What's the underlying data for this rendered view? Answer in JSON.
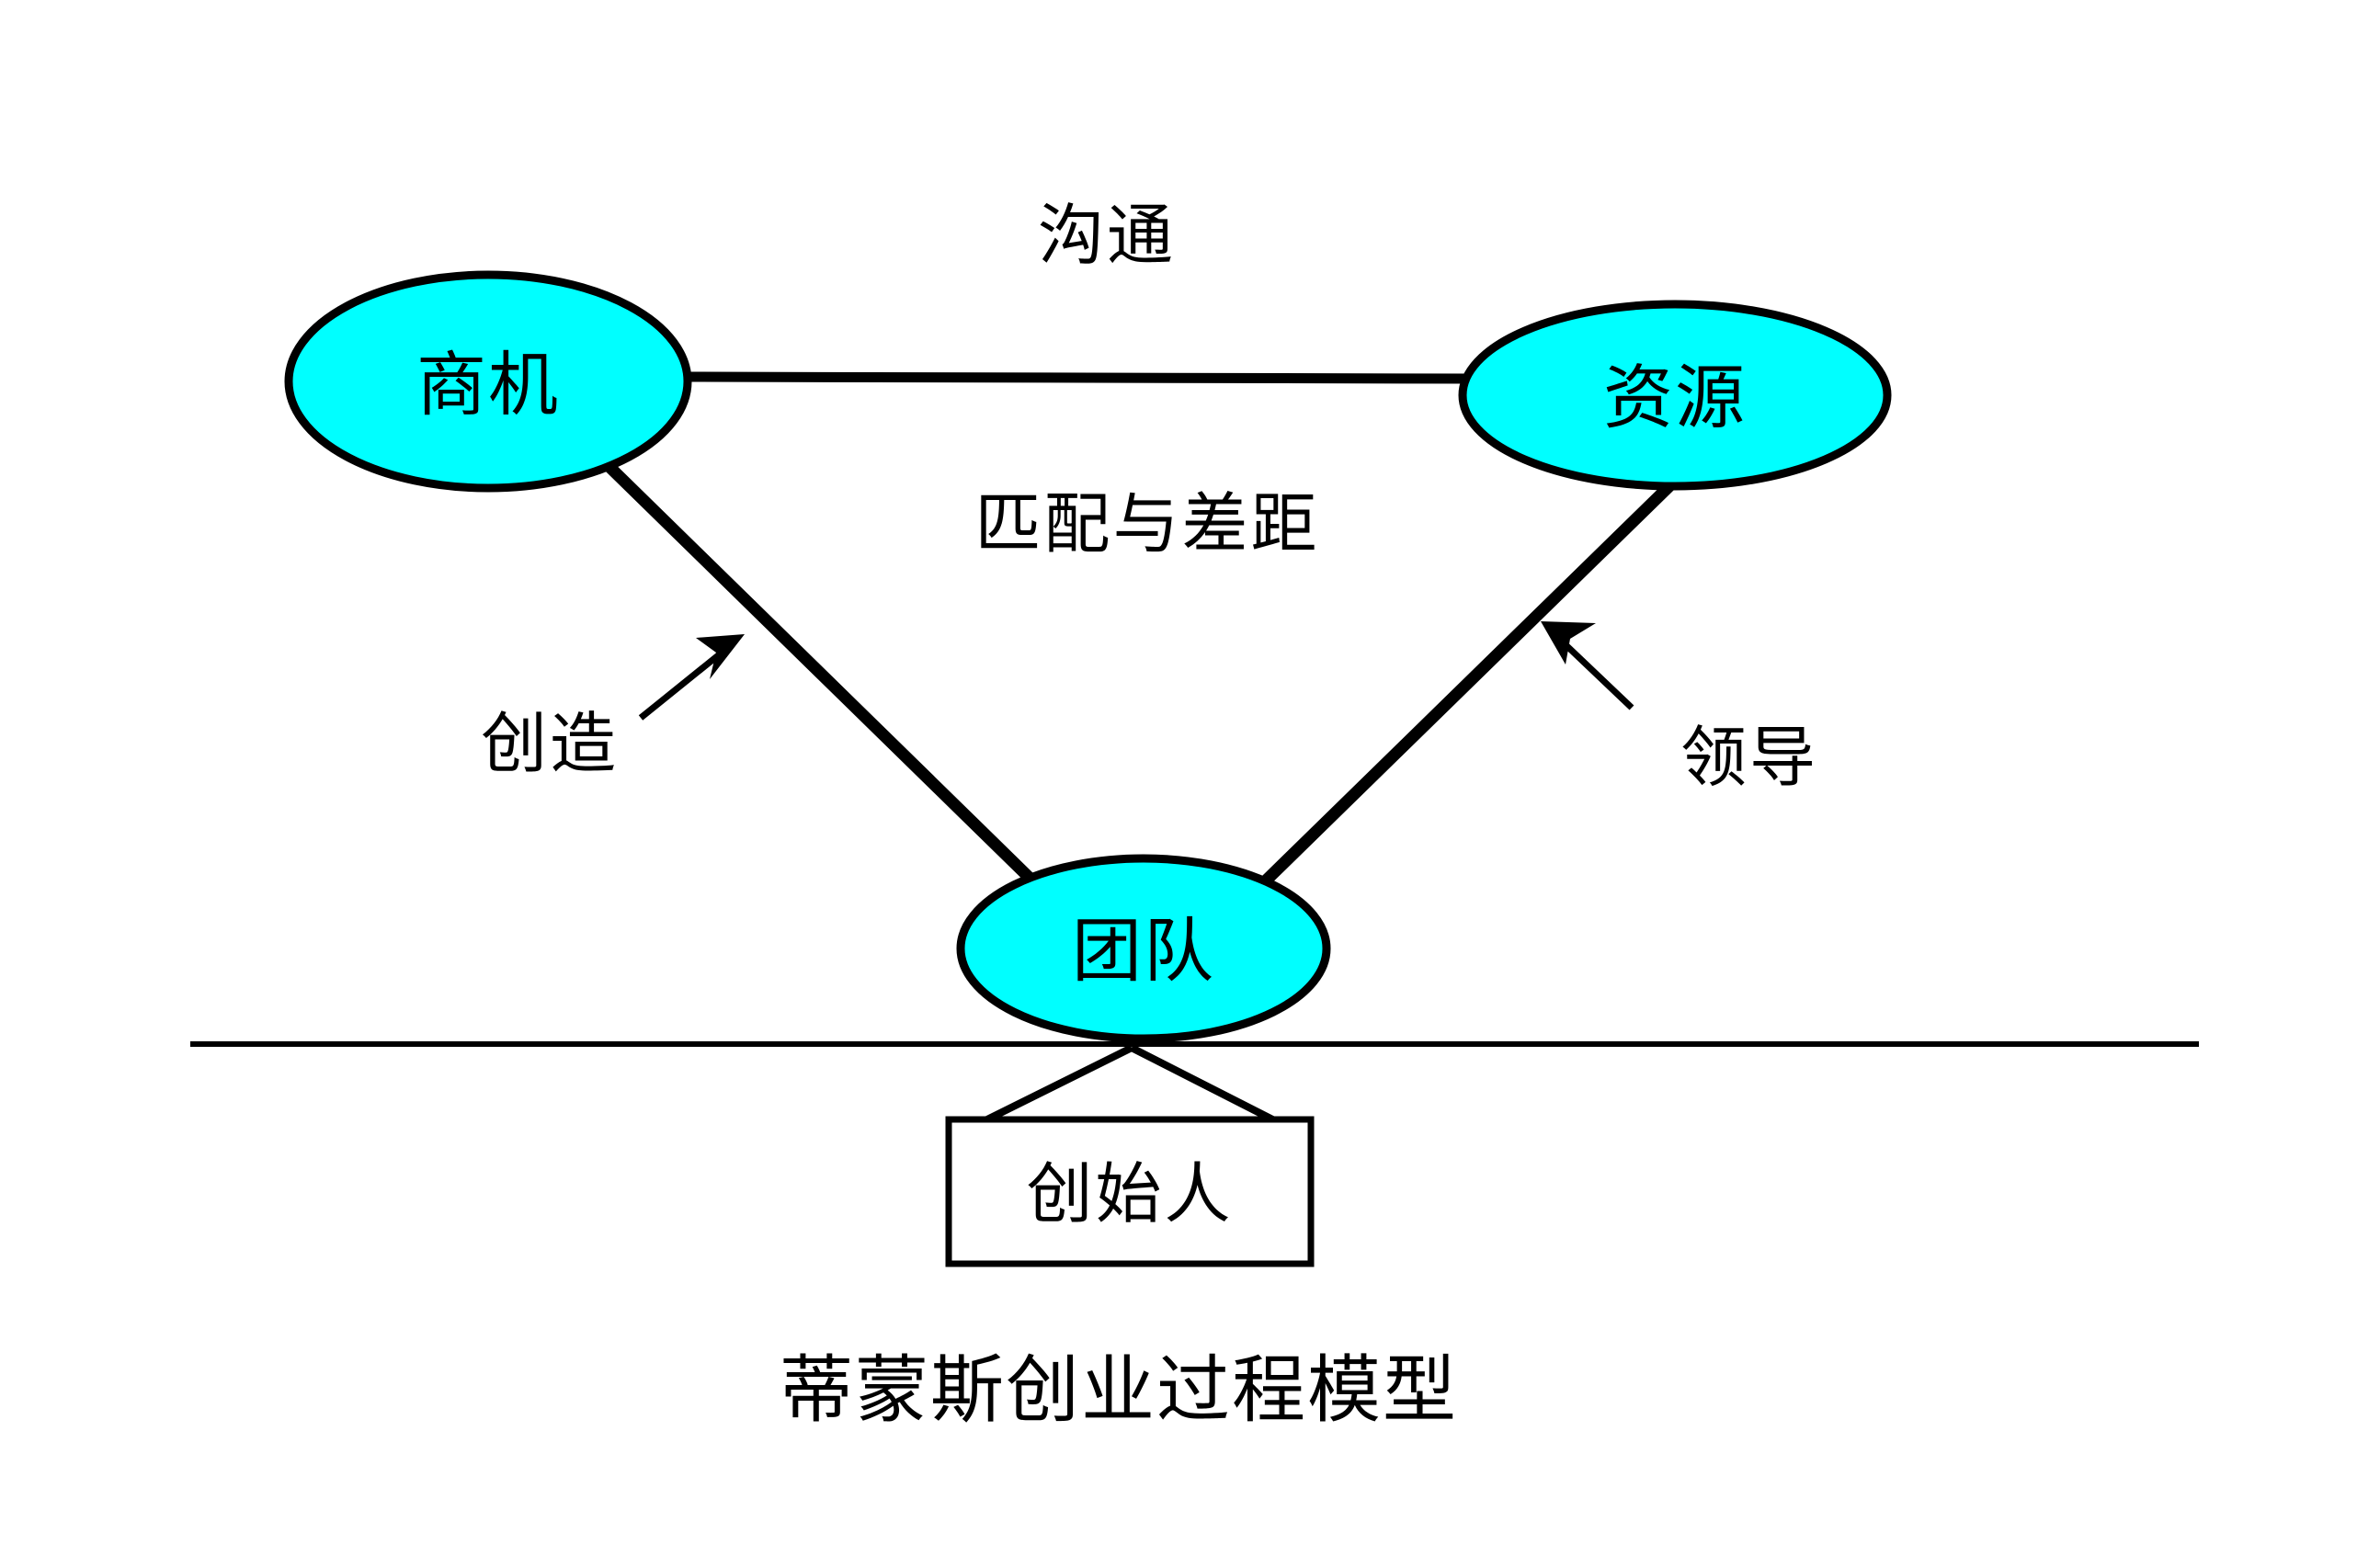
{
  "diagram": {
    "title": "蒂蒙斯创业过程模型",
    "colors": {
      "node_fill": "#00FFFF",
      "stroke": "#000000",
      "background": "#FFFFFF",
      "box_fill": "#FFFFFF"
    },
    "nodes": [
      {
        "id": "opportunity",
        "label": "商机",
        "shape": "ellipse"
      },
      {
        "id": "resources",
        "label": "资源",
        "shape": "ellipse"
      },
      {
        "id": "team",
        "label": "团队",
        "shape": "ellipse"
      },
      {
        "id": "founder",
        "label": "创始人",
        "shape": "rectangle"
      }
    ],
    "edge_labels": [
      {
        "id": "communication",
        "label": "沟通",
        "position": "top"
      },
      {
        "id": "fit-and-gaps",
        "label": "匹配与差距",
        "position": "center"
      },
      {
        "id": "creation",
        "label": "创造",
        "position": "left",
        "has_arrow": true
      },
      {
        "id": "leadership",
        "label": "领导",
        "position": "right",
        "has_arrow": true
      }
    ],
    "caption": "蒂蒙斯创业过程模型"
  }
}
